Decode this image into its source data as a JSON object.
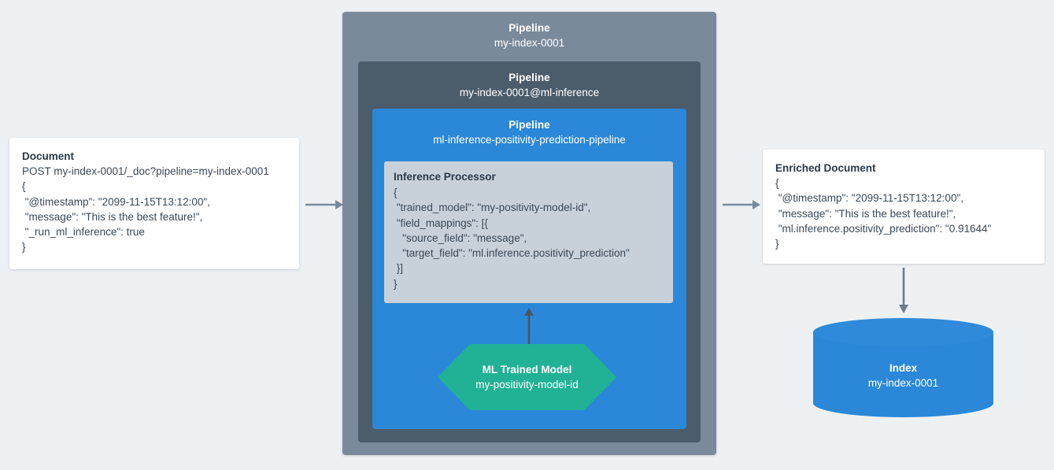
{
  "diagram": {
    "title": "Elasticsearch ML inference pipeline data flow",
    "background_color": "#eef1f4",
    "accent_blue": "#2b88d8",
    "accent_green": "#21b195",
    "grey_outer": "#7b8a9b",
    "grey_mid": "#4c5c6b",
    "proc_grey": "#c8d1da",
    "arrow_color": "#7b8a9b",
    "arrow_color_dark": "#55606d"
  },
  "document": {
    "title": "Document",
    "lines": [
      "POST my-index-0001/_doc?pipeline=my-index-0001",
      "{",
      " \"@timestamp\": \"2099-11-15T13:12:00\",",
      " \"message\": \"This is the best feature!\",",
      " \"_run_ml_inference\": true",
      "}"
    ]
  },
  "pipeline_outer": {
    "label": "Pipeline",
    "value": "my-index-0001"
  },
  "pipeline_mid": {
    "label": "Pipeline",
    "value": "my-index-0001@ml-inference"
  },
  "pipeline_inner": {
    "label": "Pipeline",
    "value": "ml-inference-positivity-prediction-pipeline"
  },
  "processor": {
    "title": "Inference Processor",
    "lines": [
      "{",
      " \"trained_model\": \"my-positivity-model-id\",",
      " \"field_mappings\": [{",
      "   \"source_field\": \"message\",",
      "   \"target_field\": \"ml.inference.positivity_prediction\"",
      " }]",
      "}"
    ]
  },
  "trained_model": {
    "title": "ML Trained Model",
    "value": "my-positivity-model-id"
  },
  "enriched_document": {
    "title": "Enriched Document",
    "lines": [
      "{",
      " \"@timestamp\": \"2099-11-15T13:12:00\",",
      " \"message\": \"This is the best feature!\",",
      " \"ml.inference.positivity_prediction\": \"0.91644\"",
      "}"
    ]
  },
  "index": {
    "title": "Index",
    "value": "my-index-0001"
  },
  "arrows": {
    "doc_to_pipeline": "arrow-right",
    "pipeline_to_enriched": "arrow-right",
    "model_to_processor": "arrow-up",
    "enriched_to_index": "arrow-down"
  }
}
